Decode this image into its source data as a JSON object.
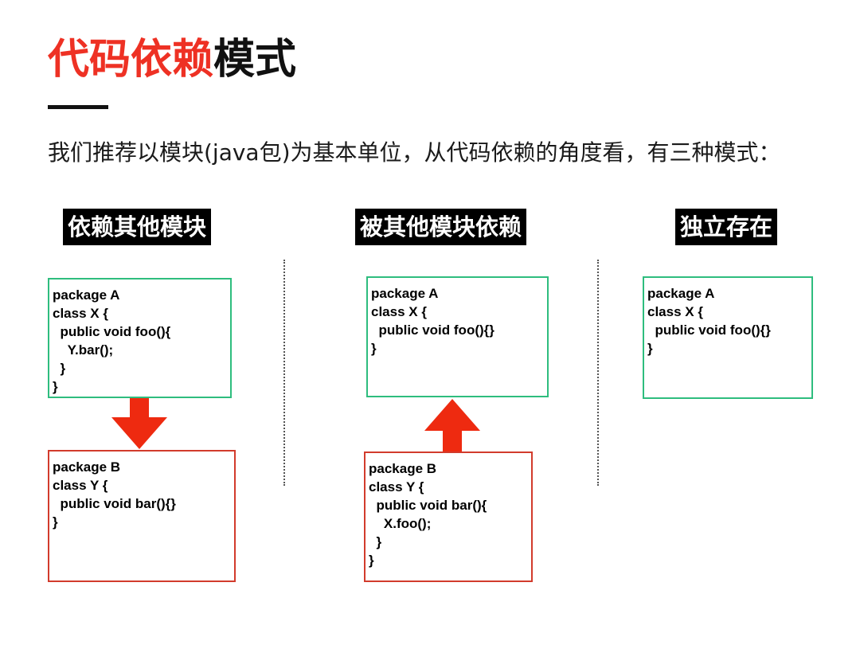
{
  "header": {
    "title_accent": "代码依赖",
    "title_rest": "模式",
    "subtitle": "我们推荐以模块(java包)为基本单位，从代码依赖的角度看，有三种模式："
  },
  "columns": [
    {
      "label": "依赖其他模块",
      "top_box": [
        "package A",
        "class X {",
        "  public void foo(){",
        "    Y.bar();",
        "  }",
        "}"
      ],
      "bottom_box": [
        "package B",
        "class Y {",
        "  public void bar(){}",
        "}"
      ]
    },
    {
      "label": "被其他模块依赖",
      "top_box": [
        "package A",
        "class X {",
        "  public void foo(){}",
        "}"
      ],
      "bottom_box": [
        "package B",
        "class Y {",
        "  public void bar(){",
        "    X.foo();",
        "  }",
        "}"
      ]
    },
    {
      "label": "独立存在",
      "top_box": [
        "package A",
        "class X {",
        "  public void foo(){}",
        "}"
      ]
    }
  ],
  "colors": {
    "accent": "#ee3124",
    "arrow": "#ee2a10",
    "green_border": "#2ebd7e",
    "red_border": "#d23b2c"
  }
}
